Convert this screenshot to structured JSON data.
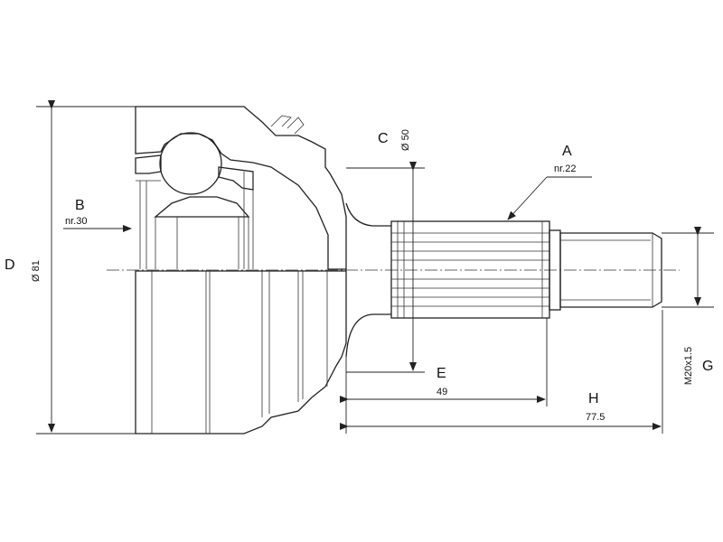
{
  "labels": {
    "A": "A",
    "A_note": "nr.22",
    "B": "B",
    "B_note": "nr.30",
    "C": "C",
    "C_value": "Ø 50",
    "D": "D",
    "D_value": "Ø 81",
    "E": "E",
    "E_value": "49",
    "G": "G",
    "G_value": "M20x1.5",
    "H": "H",
    "H_value": "77.5"
  }
}
